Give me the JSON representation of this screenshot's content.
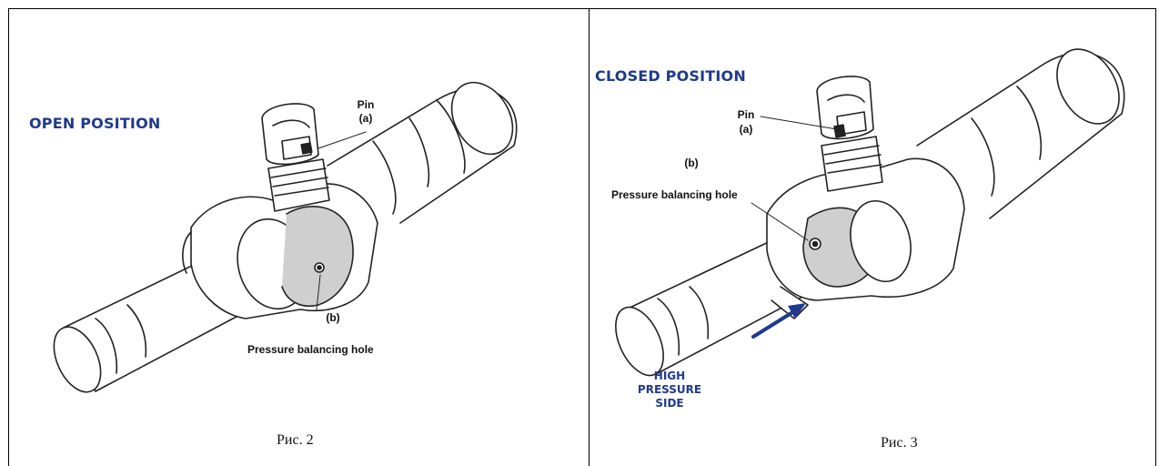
{
  "figures": [
    {
      "title": "OPEN POSITION",
      "pin": "Pin",
      "pin_ref": "(a)",
      "hole_ref": "(b)",
      "hole_label": "Pressure balancing hole",
      "caption": "Рис. 2"
    },
    {
      "title": "CLOSED POSITION",
      "pin": "Pin",
      "pin_ref": "(a)",
      "hole_ref": "(b)",
      "hole_label": "Pressure balancing hole",
      "side_line1": "HIGH",
      "side_line2": "PRESSURE",
      "side_line3": "SIDE",
      "caption": "Рис. 3"
    }
  ],
  "colors": {
    "title_blue": "#1f3a8c",
    "arrow_blue": "#1f3a8c",
    "ball_gray": "#cfcfcf"
  }
}
